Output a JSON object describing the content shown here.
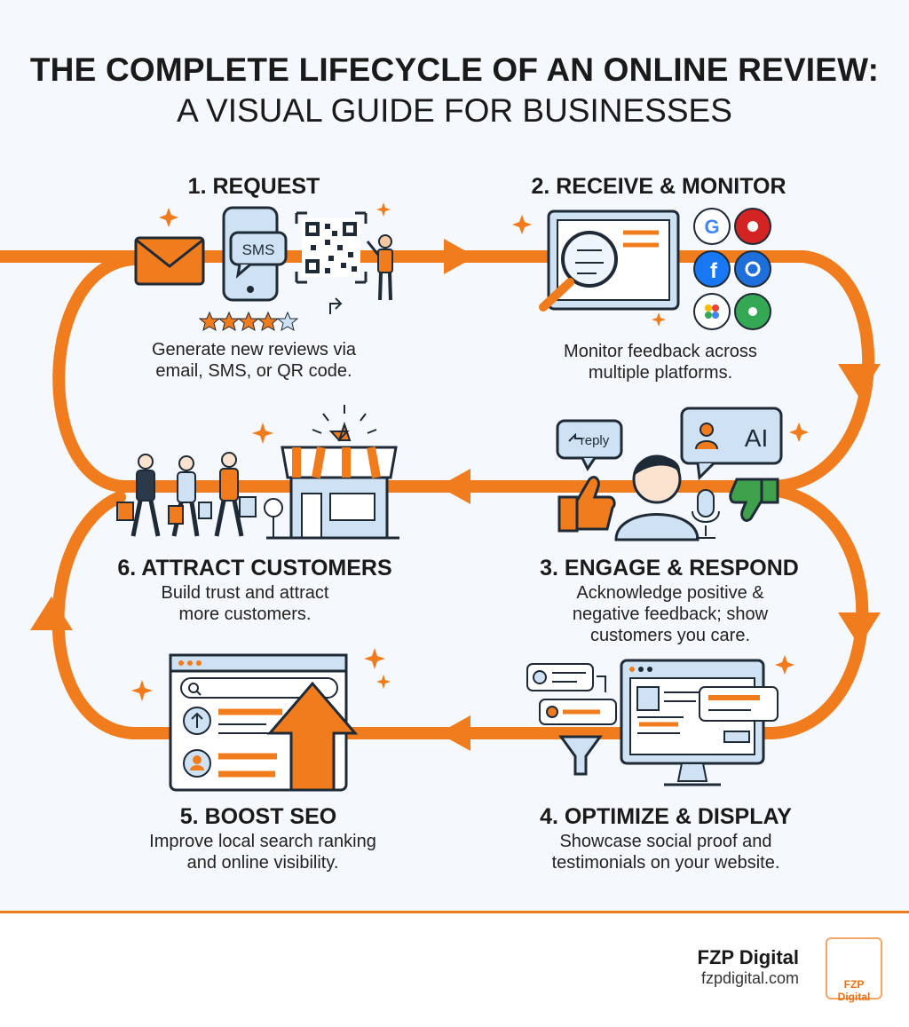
{
  "title": {
    "line1": "THE COMPLETE LIFECYCLE OF AN ONLINE REVIEW:",
    "line2": "A VISUAL GUIDE FOR BUSINESSES"
  },
  "steps": [
    {
      "heading": "1. REQUEST",
      "desc": [
        "Generate new reviews via",
        "email, SMS, or QR code."
      ]
    },
    {
      "heading": "2. RECEIVE & MONITOR",
      "desc": [
        "Monitor feedback across",
        "multiple platforms."
      ]
    },
    {
      "heading": "3. ENGAGE & RESPOND",
      "desc": [
        "Acknowledge positive &",
        "negative feedback; show",
        "customers you care."
      ]
    },
    {
      "heading": "4. OPTIMIZE & DISPLAY",
      "desc": [
        "Showcase social proof and",
        "testimonials on your website."
      ]
    },
    {
      "heading": "5. BOOST SEO",
      "desc": [
        "Improve local search ranking",
        "and online visibility."
      ]
    },
    {
      "heading": "6. ATTRACT CUSTOMERS",
      "desc": [
        "Build trust and attract",
        "more customers."
      ]
    }
  ],
  "icon_labels": {
    "sms": "SMS",
    "reply": "reply",
    "ai": "AI"
  },
  "icons": [
    "envelope-icon",
    "phone-icon",
    "qr-code-icon",
    "person-icon",
    "star-rating-icon",
    "magnifier-icon",
    "google-icon",
    "yelp-icon",
    "facebook-icon",
    "tripadvisor-icon",
    "reply-bubble-icon",
    "ai-bubble-icon",
    "thumbs-up-icon",
    "thumbs-down-icon",
    "microphone-icon",
    "monitor-icon",
    "funnel-icon",
    "browser-window-icon",
    "up-arrow-icon",
    "shoppers-icon",
    "storefront-icon"
  ],
  "footer": {
    "brand": "FZP Digital",
    "url": "fzpdigital.com",
    "logo_text": "FZP Digital"
  },
  "colors": {
    "accent": "#f07c1e",
    "background": "#f5f8fc",
    "icon_fill": "#cfe2f3",
    "outline": "#1f2a37"
  }
}
